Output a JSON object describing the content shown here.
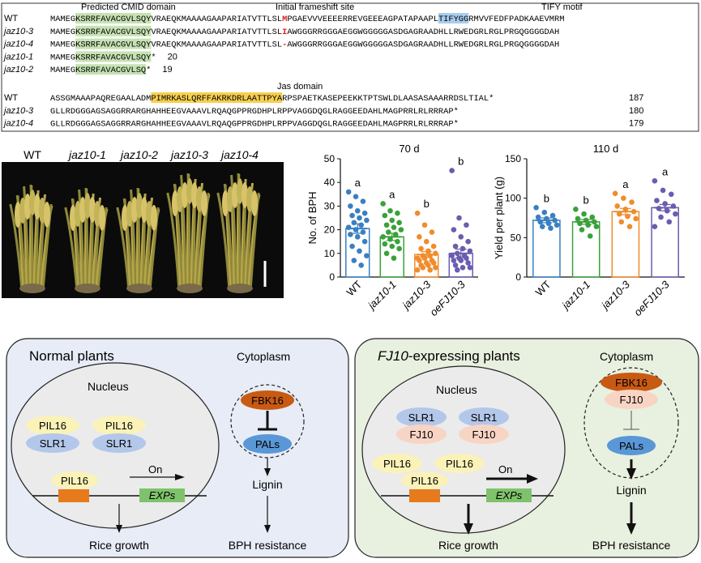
{
  "alignment": {
    "labels": {
      "cmid": "Predicted CMID domain",
      "frameshift": "Initial frameshift site",
      "tify": "TIFY motif",
      "jas": "Jas domain"
    },
    "block1": [
      {
        "name": "WT",
        "pre": "MAMEG",
        "cmid": "KSRRFAVACGVLSQY",
        "mid": "VRAEQKMAAAAGAAPARIATVTTLSL",
        "mark": "M",
        "post1": "PGAEVVVEEEERREVGEEEAGPATAPAAPL",
        "tify": "TIFYGG",
        "post2": "RMVVFEDFPADKAAEVMRM",
        "end": ""
      },
      {
        "name": "jaz10-3",
        "pre": "MAMEG",
        "cmid": "KSRRFAVACGVLSQY",
        "mid": "VRAEQKMAAAAGAAPARIATVTTLSL",
        "mark": "I",
        "post1": "AWGGGRRGGGAEGGWGGGGGASDGAGRAADHLLRWEDGRLRGLPRGQGGGGDAH",
        "tify": "",
        "post2": "",
        "end": ""
      },
      {
        "name": "jaz10-4",
        "pre": "MAMEG",
        "cmid": "KSRRFAVACGVLSQY",
        "mid": "VRAEQKMAAAAGAAPARIATVTTLSL",
        "mark": "-",
        "post1": "AWGGGRRGGGAEGGWGGGGGASDGAGRAADHLLRWEDGRLRGLPRGQGGGGDAH",
        "tify": "",
        "post2": "",
        "end": ""
      },
      {
        "name": "jaz10-1",
        "pre": "MAMEG",
        "cmid": "KSRRFAVACGVLSQY",
        "mid": "*",
        "mark": "",
        "post1": "",
        "tify": "",
        "post2": "",
        "end": "20"
      },
      {
        "name": "jaz10-2",
        "pre": "MAMEG",
        "cmid": "KSRRFAVACGVLSQ",
        "mid": "*",
        "mark": "",
        "post1": "",
        "tify": "",
        "post2": "",
        "end": "19"
      }
    ],
    "block2": [
      {
        "name": "WT",
        "pre": "ASSGMAAAPAQREGAALADM",
        "jas": "PIMRKASLQRFFAKRKDRLAATTPYA",
        "post": "RPSPAETKASEPEEKKTPTSWLDLAASASAAARRDSLTIAL*",
        "end": "187"
      },
      {
        "name": "jaz10-3",
        "pre": "GLLRDGGGAGSAGGRRARGHAHHEEGVAAAVLRQAQGPPRGDHPLRPPVAGGDQGLRAGGEEDAHLMAGPRRLRLRRRAP*",
        "jas": "",
        "post": "",
        "end": "180"
      },
      {
        "name": "jaz10-4",
        "pre": "GLLRDGGGAGSAGGRRARGHAHHEEGVAAAVLRQAQGPPRGDHPLRPPVAGGDQGLRAGGEEDAHLMAGPRRLRLRRRAP*",
        "jas": "",
        "post": "",
        "end": "179"
      }
    ]
  },
  "plants": {
    "labels": [
      "WT",
      "jaz10-1",
      "jaz10-2",
      "jaz10-3",
      "jaz10-4"
    ]
  },
  "chart_data": [
    {
      "type": "bar",
      "title": "70 d",
      "ylabel": "No. of BPH",
      "categories": [
        "WT",
        "jaz10-1",
        "jaz10-3",
        "oeFJ10-3"
      ],
      "values": [
        20.5,
        17,
        9.5,
        10
      ],
      "errors": [
        2,
        1.5,
        1.2,
        1.8
      ],
      "letters": [
        "a",
        "a",
        "b",
        "b"
      ],
      "ylim": [
        0,
        50
      ],
      "yticks": [
        0,
        10,
        20,
        30,
        40,
        50
      ],
      "colors": [
        "#3a7fc1",
        "#3aa13a",
        "#f08c2c",
        "#6a5db0"
      ],
      "points": [
        [
          36,
          34,
          32,
          30,
          28,
          27,
          26,
          25,
          24,
          23,
          22,
          21,
          20,
          19,
          18,
          17,
          15,
          13,
          11,
          9,
          7,
          5
        ],
        [
          31,
          28,
          27,
          26,
          24,
          23,
          22,
          21,
          20,
          19,
          18,
          17,
          16,
          15,
          14,
          13,
          12,
          10,
          8
        ],
        [
          27,
          22,
          19,
          17,
          15,
          13,
          12,
          11,
          10,
          9,
          9,
          8,
          8,
          7,
          7,
          6,
          6,
          5,
          5,
          4,
          4,
          3,
          3
        ],
        [
          45,
          25,
          22,
          20,
          17,
          15,
          13,
          12,
          11,
          10,
          9,
          9,
          8,
          8,
          7,
          7,
          6,
          5,
          4,
          4,
          3
        ]
      ]
    },
    {
      "type": "bar",
      "title": "110 d",
      "ylabel": "Yield per plant (g)",
      "categories": [
        "WT",
        "jaz10-1",
        "jaz10-3",
        "oeFJ10-3"
      ],
      "values": [
        72,
        70,
        83,
        88
      ],
      "errors": [
        3,
        3,
        4,
        4
      ],
      "letters": [
        "b",
        "b",
        "a",
        "a"
      ],
      "ylim": [
        0,
        150
      ],
      "yticks": [
        0,
        50,
        100,
        150
      ],
      "colors": [
        "#3a7fc1",
        "#3aa13a",
        "#f08c2c",
        "#6a5db0"
      ],
      "points": [
        [
          88,
          82,
          78,
          76,
          74,
          72,
          70,
          68,
          66,
          64,
          62
        ],
        [
          86,
          80,
          76,
          74,
          72,
          70,
          68,
          66,
          64,
          60,
          52
        ],
        [
          106,
          100,
          95,
          90,
          86,
          83,
          80,
          77,
          74,
          70,
          64
        ],
        [
          122,
          110,
          105,
          97,
          93,
          90,
          87,
          84,
          80,
          76,
          70,
          64
        ]
      ]
    }
  ],
  "diagram_left": {
    "title": "Normal plants",
    "cytoplasm": "Cytoplasm",
    "nucleus": "Nucleus",
    "pil16": "PIL16",
    "slr1": "SLR1",
    "on": "On",
    "exps": "EXPs",
    "fbk16": "FBK16",
    "pals": "PALs",
    "lignin": "Lignin",
    "growth": "Rice growth",
    "resistance": "BPH resistance"
  },
  "diagram_right": {
    "title_gene": "FJ10",
    "title_rest": "-expressing plants",
    "cytoplasm": "Cytoplasm",
    "nucleus": "Nucleus",
    "pil16": "PIL16",
    "slr1": "SLR1",
    "fj10": "FJ10",
    "on": "On",
    "exps": "EXPs",
    "fbk16": "FBK16",
    "pals": "PALs",
    "lignin": "Lignin",
    "growth": "Rice growth",
    "resistance": "BPH resistance"
  },
  "colors": {
    "cmid": "#c6e2b3",
    "tify": "#a8cdee",
    "jas": "#f6cf4f",
    "frameshift": "#e02020",
    "left_panel": "#e7ecf6",
    "right_panel": "#e8f0e0",
    "nucleus": "#ebebeb",
    "pil16": "#fbf2b8",
    "slr1": "#b3c7ea",
    "fj10": "#f8d4c4",
    "fbk16": "#c85a14",
    "pals": "#5a97d6",
    "exps": "#7ec36b",
    "promoter": "#e77a1c"
  }
}
